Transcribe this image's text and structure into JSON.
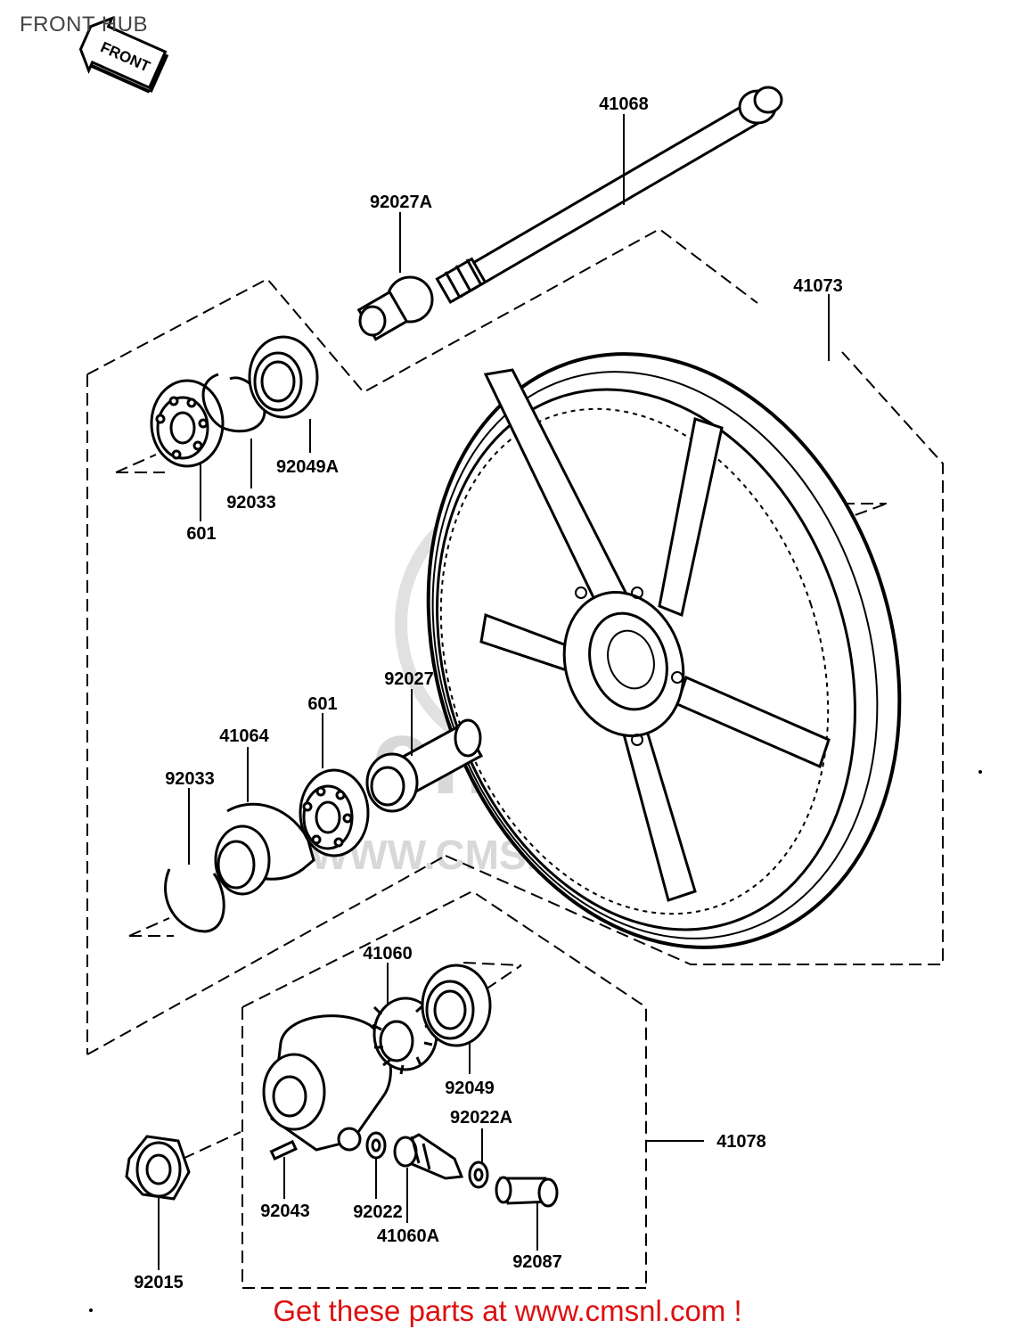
{
  "title": "FRONT HUB",
  "front_label": "FRONT",
  "footer": "Get these parts at www.cmsnl.com !",
  "watermark": {
    "brand": "cmsnl",
    "url": "WWW.CMSNL.COM"
  },
  "parts": {
    "p41068": "41068",
    "p92027A": "92027A",
    "p41073": "41073",
    "p92049A": "92049A",
    "p92033_top": "92033",
    "p601_top": "601",
    "p92027": "92027",
    "p601_mid": "601",
    "p41064": "41064",
    "p92033_mid": "92033",
    "p41060": "41060",
    "p92049": "92049",
    "p92022A": "92022A",
    "p41078": "41078",
    "p92043": "92043",
    "p92022": "92022",
    "p41060A": "41060A",
    "p92087": "92087",
    "p92015": "92015"
  }
}
